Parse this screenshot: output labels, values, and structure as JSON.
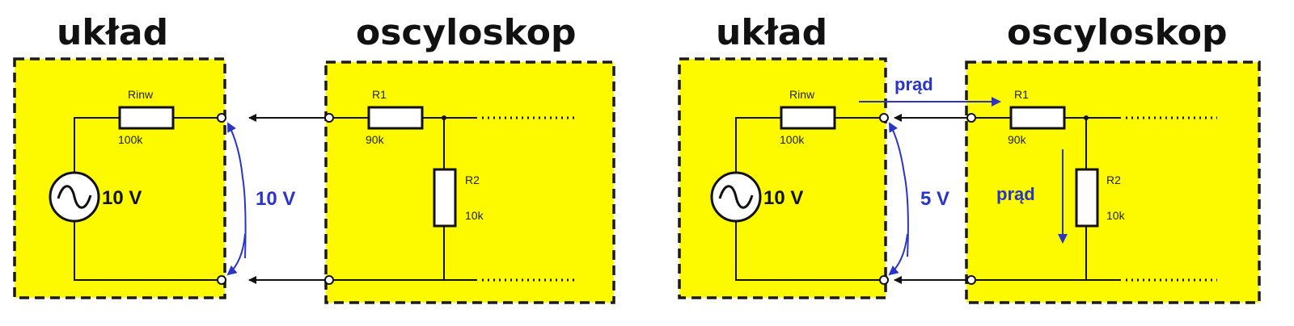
{
  "left": {
    "title_circuit": "układ",
    "title_scope": "oscyloskop",
    "rinw_label": "Rinw",
    "rinw_value": "100k",
    "source_voltage": "10 V",
    "r1_label": "R1",
    "r1_value": "90k",
    "r2_label": "R2",
    "r2_value": "10k",
    "measured_voltage": "10 V"
  },
  "right": {
    "title_circuit": "układ",
    "title_scope": "oscyloskop",
    "rinw_label": "Rinw",
    "rinw_value": "100k",
    "source_voltage": "10 V",
    "r1_label": "R1",
    "r1_value": "90k",
    "r2_label": "R2",
    "r2_value": "10k",
    "measured_voltage": "5 V",
    "current_label_top": "prąd",
    "current_label_side": "prąd"
  },
  "colors": {
    "box_fill": "#fdfa00",
    "annotation_blue": "#2a35c8"
  }
}
